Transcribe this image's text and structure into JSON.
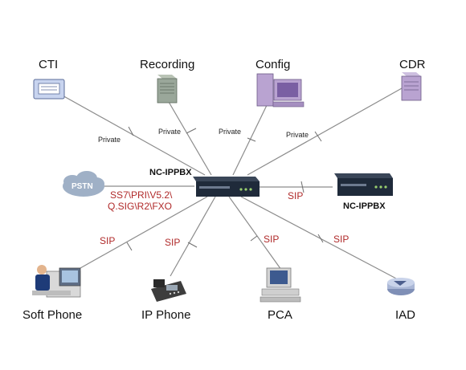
{
  "nodes": {
    "cti": "CTI",
    "recording": "Recording",
    "config": "Config",
    "cdr": "CDR",
    "pstn": "PSTN",
    "soft_phone": "Soft Phone",
    "ip_phone": "IP Phone",
    "pca": "PCA",
    "iad": "IAD",
    "ippbx_center": "NC-IPPBX",
    "ippbx_right": "NC-IPPBX"
  },
  "links": {
    "cti": "Private",
    "recording": "Private",
    "config": "Private",
    "cdr": "Private",
    "pstn_line1": "SS7\\PRI\\V5.2\\",
    "pstn_line2": "Q.SIG\\R2\\FXO",
    "ippbx_right": "SIP",
    "soft_phone": "SIP",
    "ip_phone": "SIP",
    "pca": "SIP",
    "iad": "SIP"
  },
  "colors": {
    "link_line": "#8c8c8c",
    "sip_text": "#b02a2a",
    "switch_body": "#1f2a3a",
    "server": "#9aa79a",
    "computer": "#b9a3d1",
    "cloud": "#9fb0c6"
  }
}
